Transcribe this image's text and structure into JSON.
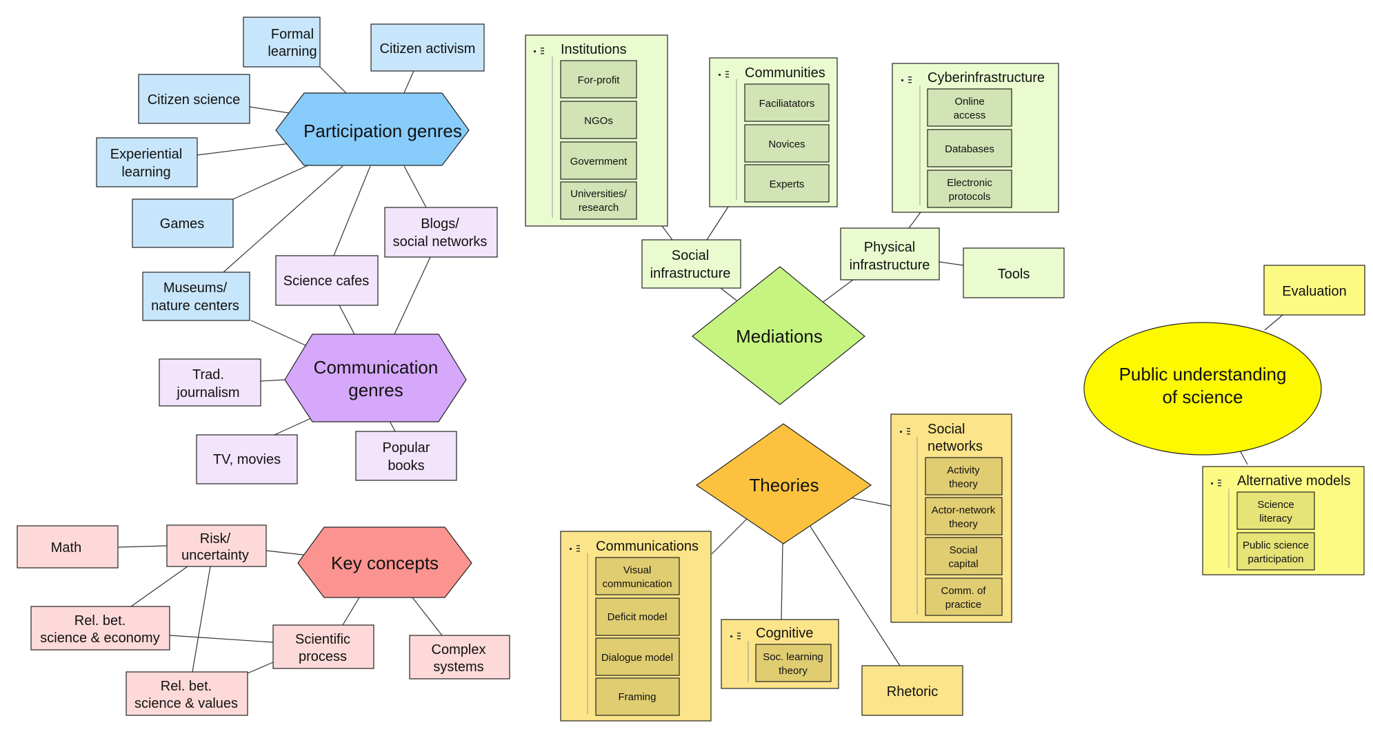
{
  "hubs": {
    "participation": "Participation genres",
    "communication": [
      "Communication",
      "genres"
    ],
    "key_concepts": "Key concepts",
    "mediations": "Mediations",
    "theories": "Theories",
    "pus": [
      "Public understanding",
      "of science"
    ]
  },
  "participation": {
    "formal_learning": [
      "Formal",
      "learning"
    ],
    "citizen_activism": "Citizen activism",
    "citizen_science": "Citizen science",
    "experiential_learning": [
      "Experiential",
      "learning"
    ],
    "games": "Games",
    "museums": [
      "Museums/",
      "nature centers"
    ]
  },
  "communication": {
    "science_cafes": "Science cafes",
    "blogs": [
      "Blogs/",
      "social networks"
    ],
    "trad_journalism": [
      "Trad.",
      "journalism"
    ],
    "tv_movies": "TV, movies",
    "popular_books": [
      "Popular",
      "books"
    ]
  },
  "key_concepts": {
    "math": "Math",
    "risk": [
      "Risk/",
      "uncertainty"
    ],
    "rel_economy": [
      "Rel. bet.",
      "science & economy"
    ],
    "scientific_process": [
      "Scientific",
      "process"
    ],
    "complex_systems": [
      "Complex",
      "systems"
    ],
    "rel_values": [
      "Rel. bet.",
      "science & values"
    ]
  },
  "mediations": {
    "institutions": {
      "title": "Institutions",
      "items": [
        [
          "For-profit"
        ],
        [
          "NGOs"
        ],
        [
          "Government"
        ],
        [
          "Universities/",
          "research"
        ]
      ]
    },
    "communities": {
      "title": "Communities",
      "items": [
        [
          "Faciliatators"
        ],
        [
          "Novices"
        ],
        [
          "Experts"
        ]
      ]
    },
    "cyberinfrastructure": {
      "title": "Cyberinfrastructure",
      "items": [
        [
          "Online",
          "access"
        ],
        [
          "Databases"
        ],
        [
          "Electronic",
          "protocols"
        ]
      ]
    },
    "social_infrastructure": [
      "Social",
      "infrastructure"
    ],
    "physical_infrastructure": [
      "Physical",
      "infrastructure"
    ],
    "tools": "Tools"
  },
  "theories": {
    "social_networks": {
      "title": [
        "Social",
        "networks"
      ],
      "items": [
        [
          "Activity",
          "theory"
        ],
        [
          "Actor-network",
          "theory"
        ],
        [
          "Social",
          "capital"
        ],
        [
          "Comm. of",
          "practice"
        ]
      ]
    },
    "communications": {
      "title": "Communications",
      "items": [
        [
          "Visual",
          "communication"
        ],
        [
          "Deficit model"
        ],
        [
          "Dialogue model"
        ],
        [
          "Framing"
        ]
      ]
    },
    "cognitive": {
      "title": "Cognitive",
      "items": [
        [
          "Soc. learning",
          "theory"
        ]
      ]
    },
    "rhetoric": "Rhetoric"
  },
  "pus": {
    "evaluation": "Evaluation",
    "alternative_models": {
      "title": "Alternative models",
      "items": [
        [
          "Science",
          "literacy"
        ],
        [
          "Public science",
          "participation"
        ]
      ]
    }
  },
  "colors": {
    "participation_hub": "#88ccfb",
    "communication_hub": "#d6a8fb",
    "key_concepts_hub": "#fb9490",
    "mediations_hub": "#c6f481",
    "theories_hub": "#fcc23f",
    "pus_hub": "#fcf900"
  }
}
